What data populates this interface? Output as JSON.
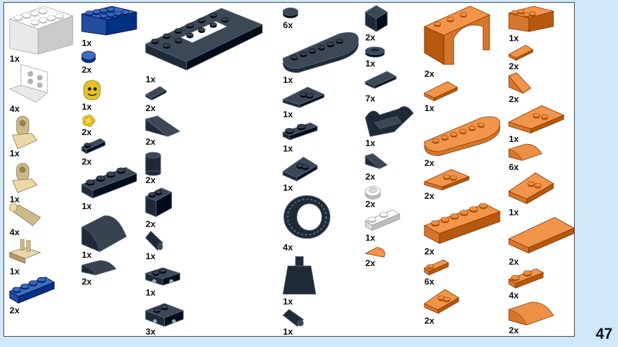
{
  "page_number": "47",
  "colors": {
    "white": "#e9e9e9",
    "blue": "#1f4f9e",
    "yellow": "#e5c22a",
    "tan": "#cdb98a",
    "dark_bluish_gray": "#1e2a38",
    "light_gray": "#dcdcdc",
    "orange": "#d2772b"
  },
  "columns": [
    {
      "id": "col1",
      "parts": [
        {
          "qty": "1x",
          "color": "white",
          "shape": "brick-2x4-icon"
        },
        {
          "qty": "4x",
          "color": "white",
          "shape": "bracket-icon"
        },
        {
          "qty": "1x",
          "color": "tan",
          "shape": "hinge-icon"
        },
        {
          "qty": "1x",
          "color": "tan",
          "shape": "hinge-icon"
        },
        {
          "qty": "4x",
          "color": "tan",
          "shape": "pin-icon"
        },
        {
          "qty": "1x",
          "color": "tan",
          "shape": "clip-icon"
        },
        {
          "qty": "2x",
          "color": "blue",
          "shape": "plate-1x4-icon"
        }
      ]
    },
    {
      "id": "col2",
      "parts": [
        {
          "qty": "1x",
          "color": "blue",
          "shape": "plate-2x4-icon"
        },
        {
          "qty": "2x",
          "color": "blue",
          "shape": "round-tile-icon"
        },
        {
          "qty": "1x",
          "color": "yellow",
          "shape": "minifig-head-icon"
        },
        {
          "qty": "2x",
          "color": "yellow",
          "shape": "flower-icon"
        },
        {
          "qty": "2x",
          "color": "dark_bluish_gray",
          "shape": "plate-1x1-icon"
        },
        {
          "qty": "1x",
          "color": "dark_bluish_gray",
          "shape": "plate-1x4-icon"
        },
        {
          "qty": "1x",
          "color": "dark_bluish_gray",
          "shape": "curved-slope-icon"
        },
        {
          "qty": "2x",
          "color": "dark_bluish_gray",
          "shape": "curved-slope-small-icon"
        }
      ]
    },
    {
      "id": "col3",
      "parts": [
        {
          "qty": "1x",
          "color": "dark_bluish_gray",
          "shape": "large-frame-plate-icon"
        },
        {
          "qty": "2x",
          "color": "dark_bluish_gray",
          "shape": "tile-1x1-icon"
        },
        {
          "qty": "2x",
          "color": "dark_bluish_gray",
          "shape": "slope-icon"
        },
        {
          "qty": "2x",
          "color": "dark_bluish_gray",
          "shape": "round-brick-icon"
        },
        {
          "qty": "2x",
          "color": "dark_bluish_gray",
          "shape": "brick-1x2-icon"
        },
        {
          "qty": "1x",
          "color": "dark_bluish_gray",
          "shape": "bar-clip-icon"
        },
        {
          "qty": "1x",
          "color": "dark_bluish_gray",
          "shape": "plate-clip-icon"
        },
        {
          "qty": "3x",
          "color": "dark_bluish_gray",
          "shape": "plate-2x2-pins-icon"
        }
      ]
    },
    {
      "id": "col4",
      "parts": [
        {
          "qty": "6x",
          "color": "dark_bluish_gray",
          "shape": "round-tile-icon"
        },
        {
          "qty": "1x",
          "color": "dark_bluish_gray",
          "shape": "rounded-plate-icon"
        },
        {
          "qty": "1x",
          "color": "dark_bluish_gray",
          "shape": "wedge-plate-icon"
        },
        {
          "qty": "1x",
          "color": "dark_bluish_gray",
          "shape": "plate-1x2-icon"
        },
        {
          "qty": "1x",
          "color": "dark_bluish_gray",
          "shape": "wedge-icon"
        },
        {
          "qty": "4x",
          "color": "dark_bluish_gray",
          "shape": "tire-icon"
        },
        {
          "qty": "1x",
          "color": "dark_bluish_gray",
          "shape": "minifig-torso-icon"
        },
        {
          "qty": "1x",
          "color": "dark_bluish_gray",
          "shape": "bar-clip-icon"
        }
      ]
    },
    {
      "id": "col5",
      "parts": [
        {
          "qty": "2x",
          "color": "dark_bluish_gray",
          "shape": "cube-icon"
        },
        {
          "qty": "1x",
          "color": "dark_bluish_gray",
          "shape": "round-plate-icon"
        },
        {
          "qty": "7x",
          "color": "dark_bluish_gray",
          "shape": "tile-1x2-icon"
        },
        {
          "qty": "1x",
          "color": "dark_bluish_gray",
          "shape": "mudguard-icon"
        },
        {
          "qty": "2x",
          "color": "dark_bluish_gray",
          "shape": "slope-small-icon"
        },
        {
          "qty": "2x",
          "color": "light_gray",
          "shape": "round-plate-stud-icon"
        },
        {
          "qty": "1x",
          "color": "light_gray",
          "shape": "plate-1x2-icon"
        },
        {
          "qty": "2x",
          "color": "orange",
          "shape": "quarter-tile-icon"
        }
      ]
    },
    {
      "id": "col6",
      "parts": [
        {
          "qty": "2x",
          "color": "orange",
          "shape": "arch-brick-icon"
        },
        {
          "qty": "1x",
          "color": "orange",
          "shape": "tile-1x2-icon"
        },
        {
          "qty": "2x",
          "color": "orange",
          "shape": "rounded-plate-icon"
        },
        {
          "qty": "2x",
          "color": "orange",
          "shape": "wedge-plate-icon"
        },
        {
          "qty": "2x",
          "color": "orange",
          "shape": "plate-1x6-icon"
        },
        {
          "qty": "6x",
          "color": "orange",
          "shape": "plate-1x1-icon"
        },
        {
          "qty": "2x",
          "color": "orange",
          "shape": "wedge-icon"
        }
      ]
    },
    {
      "id": "col7",
      "parts": [
        {
          "qty": "1x",
          "color": "orange",
          "shape": "plate-2x2-icon"
        },
        {
          "qty": "2x",
          "color": "orange",
          "shape": "tile-1x1-icon"
        },
        {
          "qty": "2x",
          "color": "orange",
          "shape": "slope-small-icon"
        },
        {
          "qty": "1x",
          "color": "orange",
          "shape": "wedge-plate-icon"
        },
        {
          "qty": "6x",
          "color": "orange",
          "shape": "curved-tile-icon"
        },
        {
          "qty": "1x",
          "color": "orange",
          "shape": "wedge-plate-large-icon"
        },
        {
          "qty": "2x",
          "color": "orange",
          "shape": "tile-2x4-icon"
        },
        {
          "qty": "4x",
          "color": "orange",
          "shape": "plate-1x2-icon"
        },
        {
          "qty": "2x",
          "color": "orange",
          "shape": "curved-slope-small-icon"
        }
      ]
    }
  ]
}
